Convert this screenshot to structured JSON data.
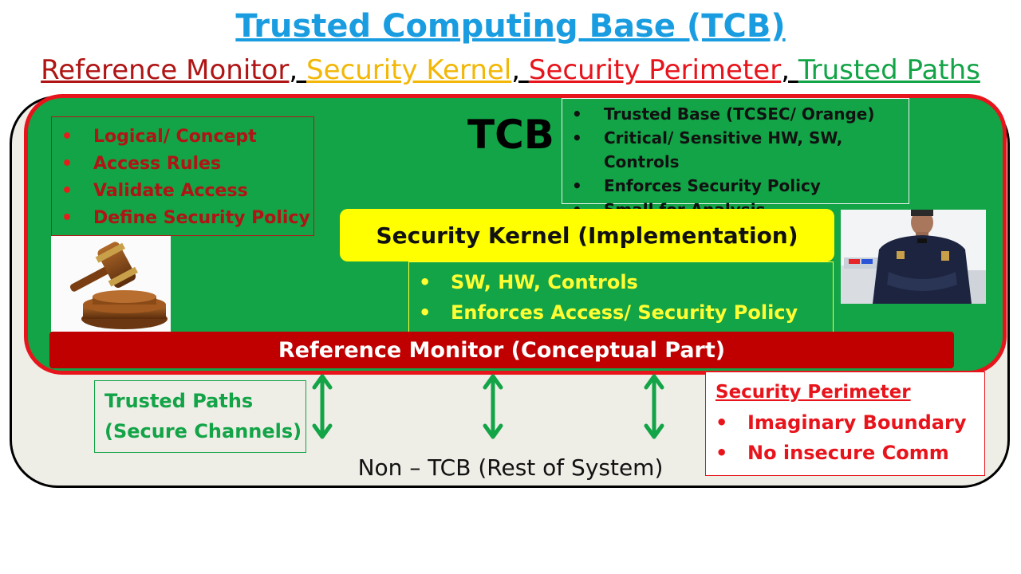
{
  "title": "Trusted Computing Base (TCB)",
  "subtitle": [
    {
      "text": "Reference Monitor",
      "color": "#b01414"
    },
    {
      "text": ", ",
      "color": "#000000"
    },
    {
      "text": "Security Kernel",
      "color": "#f2b707"
    },
    {
      "text": ", ",
      "color": "#000000"
    },
    {
      "text": "Security Perimeter",
      "color": "#e8141c"
    },
    {
      "text": ", ",
      "color": "#000000"
    },
    {
      "text": "Trusted Paths",
      "color": "#12a447"
    }
  ],
  "tcb_label": "TCB",
  "logical_items": [
    "Logical/ Concept",
    "Access Rules",
    "Validate  Access",
    "Define Security  Policy"
  ],
  "tcb_items": [
    "Trusted Base (TCSEC/ Orange)",
    "Critical/ Sensitive HW, SW, Controls",
    "Enforces Security Policy",
    "Small for Analysis"
  ],
  "kernel_title": "Security Kernel (Implementation)",
  "kernel_items": [
    "SW, HW, Controls",
    "Enforces Access/ Security Policy"
  ],
  "reference_monitor": "Reference Monitor (Conceptual Part)",
  "trusted_paths": {
    "line1": "Trusted Paths",
    "line2": "(Secure Channels)"
  },
  "security_perimeter": {
    "title": "Security Perimeter",
    "items": [
      "Imaginary Boundary",
      "No insecure Comm"
    ]
  },
  "non_tcb": "Non – TCB (Rest of System)",
  "icons": {
    "left_image": "gavel-icon",
    "right_image": "police-officer-icon"
  },
  "colors": {
    "tcb_green": "#12a447",
    "border_red": "#e8141c",
    "kernel_yellow": "#ffff00",
    "refmon_red": "#c00000",
    "title_blue": "#1a9de0"
  }
}
